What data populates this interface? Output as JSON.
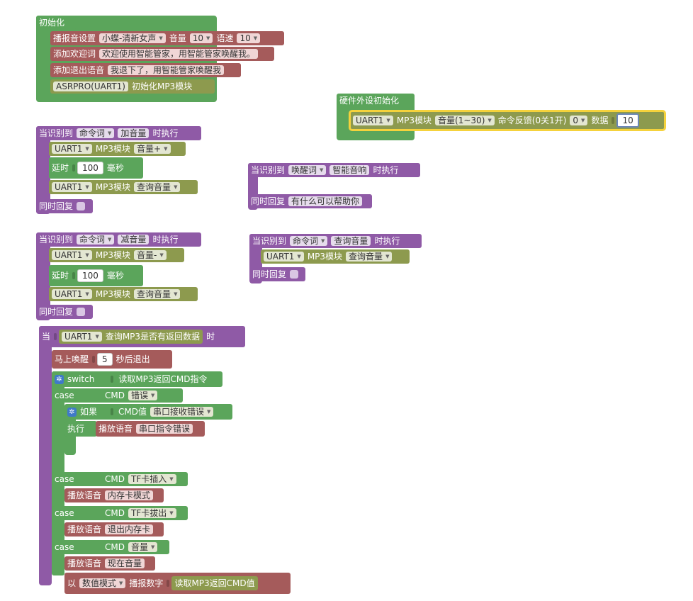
{
  "init": {
    "title": "初始化",
    "voice_label": "播报音设置",
    "voice_value": "小蝶-清新女声",
    "volume_label": "音量",
    "volume_value": "10",
    "speed_label": "语速",
    "speed_value": "10",
    "welcome_label": "添加欢迎词",
    "welcome_text": "欢迎使用智能管家，用智能管家唤醒我。",
    "exit_label": "添加退出语音",
    "exit_text": "我退下了，用智能管家唤醒我",
    "asrpro_label": "ASRPRO(UART1)",
    "asrpro_action": "初始化MP3模块"
  },
  "hw": {
    "title": "硬件外设初始化",
    "uart": "UART1",
    "module": "MP3模块",
    "option": "音量(1~30)",
    "feedback": "命令反馈(0关1开)",
    "feedback_value": "0",
    "data_label": "数据",
    "data_value": "10"
  },
  "vol_up": {
    "when": "当识别到",
    "kind": "命令词",
    "word": "加音量",
    "exec": "时执行",
    "uart": "UART1",
    "module": "MP3模块",
    "action": "音量+",
    "delay": "延时",
    "delay_value": "100",
    "ms": "毫秒",
    "uart2": "UART1",
    "module2": "MP3模块",
    "query": "查询音量",
    "reply": "同时回复"
  },
  "wake": {
    "when": "当识别到",
    "kind": "唤醒词",
    "word": "智能音响",
    "exec": "时执行",
    "reply": "同时回复",
    "reply_text": "有什么可以帮助你"
  },
  "vol_down": {
    "when": "当识别到",
    "kind": "命令词",
    "word": "减音量",
    "exec": "时执行",
    "uart": "UART1",
    "module": "MP3模块",
    "action": "音量-",
    "delay": "延时",
    "delay_value": "100",
    "ms": "毫秒",
    "uart2": "UART1",
    "module2": "MP3模块",
    "query": "查询音量",
    "reply": "同时回复"
  },
  "query_vol": {
    "when": "当识别到",
    "kind": "命令词",
    "word": "查询音量",
    "exec": "时执行",
    "uart": "UART1",
    "module": "MP3模块",
    "action": "查询音量",
    "reply": "同时回复"
  },
  "event": {
    "when": "当",
    "uart": "UART1",
    "check": "查询MP3是否有返回数据",
    "time": "时",
    "wake": "马上唤醒",
    "wake_value": "5",
    "wake_after": "秒后退出",
    "switch": "switch",
    "read_cmd": "读取MP3返回CMD指令",
    "case": "case",
    "cmd": "CMD",
    "case1": "错误",
    "if": "如果",
    "cmd_value": "CMD值",
    "err_value": "串口接收错误",
    "do": "执行",
    "play": "播放语音",
    "play1": "串口指令错误",
    "case2": "TF卡插入",
    "play2": "内存卡模式",
    "case3": "TF卡拔出",
    "play3": "退出内存卡",
    "case4": "音量",
    "play4": "现在音量",
    "with": "以",
    "mode": "数值模式",
    "speak_num": "播报数字",
    "read_val": "读取MP3返回CMD值"
  }
}
